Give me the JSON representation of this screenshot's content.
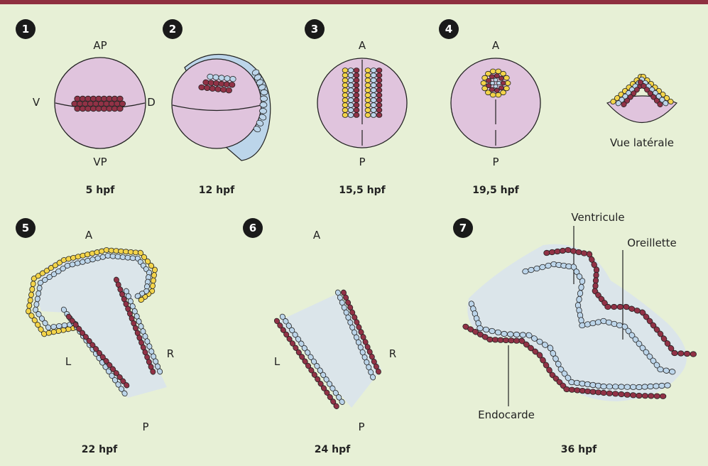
{
  "colors": {
    "background": "#e7f0d6",
    "top_border": "#8f3040",
    "embryo": "#e0c4dd",
    "myocardium_red": "#913246",
    "endocardium_blue": "#bcd5ea",
    "atrial_yellow": "#f3d44a",
    "heart_tube_area": "#dbe5ea",
    "badge": "#1a1a1a"
  },
  "stages": {
    "s1": {
      "number": "1",
      "caption": "5 hpf",
      "top": "AP",
      "left": "V",
      "right": "D",
      "bottom": "VP"
    },
    "s2": {
      "number": "2",
      "caption": "12 hpf"
    },
    "s3": {
      "number": "3",
      "caption": "15,5 hpf",
      "top": "A",
      "bottom": "P"
    },
    "s4": {
      "number": "4",
      "caption": "19,5 hpf",
      "top": "A",
      "bottom": "P",
      "lateral_view": "Vue latérale"
    },
    "s5": {
      "number": "5",
      "caption": "22 hpf",
      "top": "A",
      "left": "L",
      "right": "R",
      "bottom": "P"
    },
    "s6": {
      "number": "6",
      "caption": "24 hpf",
      "top": "A",
      "left": "L",
      "right": "R",
      "bottom": "P"
    },
    "s7": {
      "number": "7",
      "caption": "36 hpf",
      "ventricle": "Ventricule",
      "atrium": "Oreillette",
      "endocardium": "Endocarde"
    }
  }
}
